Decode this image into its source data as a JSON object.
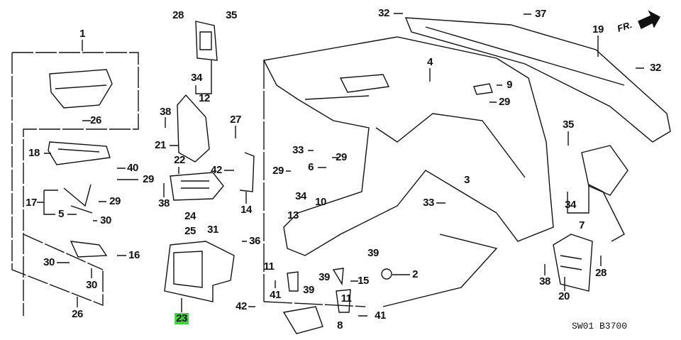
{
  "diagram": {
    "code": "SW01 B3700",
    "direction_label": "FR.",
    "highlight_color": "#3fd43f",
    "highlighted_part": "23",
    "labels": [
      "1",
      "28",
      "35",
      "34",
      "12",
      "38",
      "21",
      "27",
      "22",
      "26",
      "18",
      "40",
      "29",
      "42",
      "14",
      "38",
      "17",
      "29",
      "5",
      "30",
      "24",
      "25",
      "31",
      "36",
      "16",
      "30",
      "30",
      "26",
      "23",
      "42",
      "41",
      "11",
      "39",
      "39",
      "15",
      "11",
      "41",
      "8",
      "2",
      "39",
      "33",
      "29",
      "6",
      "29",
      "34",
      "10",
      "13",
      "3",
      "33",
      "4",
      "9",
      "29",
      "32",
      "37",
      "19",
      "32",
      "35",
      "34",
      "7",
      "28",
      "38",
      "20"
    ]
  }
}
